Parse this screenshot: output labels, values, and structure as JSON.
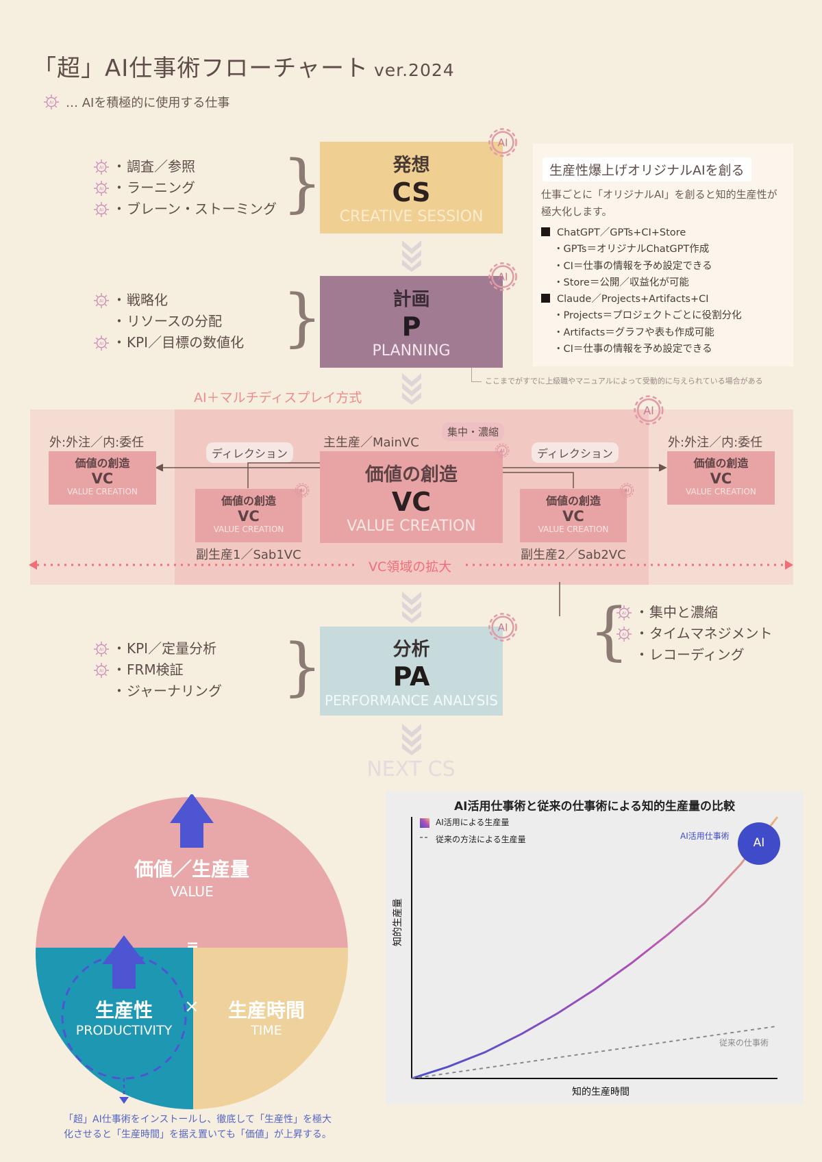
{
  "header": {
    "title": "「超」AI仕事術フローチャート",
    "version": "ver.2024",
    "legend_text": "… AIを積極的に使用する仕事",
    "ai_icon": "ai-gear-icon"
  },
  "cs": {
    "jp": "発想",
    "abbr": "CS",
    "en": "CREATIVE SESSION",
    "color": "#f0cf92",
    "bullets": [
      "調査／参照",
      "ラーニング",
      "ブレーン・ストーミング"
    ]
  },
  "p": {
    "jp": "計画",
    "abbr": "P",
    "en": "PLANNING",
    "color": "#a07b91",
    "bullets": [
      "戦略化",
      "リソースの分配",
      "KPI／目標の数値化"
    ]
  },
  "side_panel": {
    "title": "生産性爆上げオリジナルAIを創る",
    "text": "仕事ごとに「オリジナルAI」を創ると知的生産性が極大化します。",
    "items": [
      {
        "kind": "h",
        "text": "ChatGPT／GPTs+CI+Store"
      },
      {
        "kind": "s",
        "text": "・GPTs＝オリジナルChatGPT作成"
      },
      {
        "kind": "s",
        "text": "・CI＝仕事の情報を予め設定できる"
      },
      {
        "kind": "s",
        "text": "・Store＝公開／収益化が可能"
      },
      {
        "kind": "h",
        "text": "Claude／Projects+Artifacts+CI"
      },
      {
        "kind": "s",
        "text": "・Projects＝プロジェクトごとに役割分化"
      },
      {
        "kind": "s",
        "text": "・Artifacts＝グラフや表も作成可能"
      },
      {
        "kind": "s",
        "text": "・CI＝仕事の情報を予め設定できる"
      }
    ]
  },
  "note": "ここまでがすでに上級職やマニュアルによって受動的に与えられている場合がある",
  "vc_section": {
    "label": "AI＋マルチディスプレイ方式",
    "outer_label": "外:外注／内:委任",
    "main_label": "主生産／MainVC",
    "focus_tag": "集中・濃縮",
    "direction_tag": "ディレクション",
    "jp": "価値の創造",
    "abbr": "VC",
    "en": "VALUE CREATION",
    "sub1_label": "副生産1／Sab1VC",
    "sub2_label": "副生産2／Sab2VC",
    "expand_label": "VC領域の拡大",
    "bullets": [
      "集中と濃縮",
      "タイムマネジメント",
      "レコーディング"
    ]
  },
  "pa": {
    "jp": "分析",
    "abbr": "PA",
    "en": "PERFORMANCE ANALYSIS",
    "color": "#c7dbdd",
    "bullets": [
      "KPI／定量分析",
      "FRM検証",
      "ジャーナリング"
    ]
  },
  "next_label": "NEXT CS",
  "pie": {
    "value_jp": "価値／生産量",
    "value_en": "VALUE",
    "equals": "=",
    "times": "×",
    "productivity_jp": "生産性",
    "productivity_en": "PRODUCTIVITY",
    "time_jp": "生産時間",
    "time_en": "TIME",
    "caption_line1": "「超」AI仕事術をインストールし、徹底して「生産性」を極大",
    "caption_line2": "化させると「生産時間」を据え置いても「価値」が上昇する。",
    "colors": {
      "value": "#e8a7a8",
      "productivity": "#1e97b3",
      "time": "#efd19b",
      "arrow": "#4e55d3"
    }
  },
  "chart": {
    "title": "AI活用仕事術と従来の仕事術による知的生産量の比較",
    "legend_ai": "AI活用による生産量",
    "legend_conv": "従来の方法による生産量",
    "label_ai": "AI活用仕事術",
    "label_conv": "従来の仕事術",
    "badge": "AI",
    "xlabel": "知的生産時間",
    "ylabel": "知的生産量"
  },
  "chart_data": {
    "type": "line",
    "title": "AI活用仕事術と従来の仕事術による知的生産量の比較",
    "xlabel": "知的生産時間",
    "ylabel": "知的生産量",
    "x": [
      0,
      0.1,
      0.2,
      0.3,
      0.4,
      0.5,
      0.6,
      0.7,
      0.8,
      0.9,
      1.0
    ],
    "series": [
      {
        "name": "AI活用による生産量",
        "values": [
          0,
          0.045,
          0.1,
          0.17,
          0.25,
          0.34,
          0.44,
          0.55,
          0.67,
          0.82,
          1.0
        ]
      },
      {
        "name": "従来の方法による生産量",
        "values": [
          0,
          0.02,
          0.04,
          0.06,
          0.08,
          0.1,
          0.12,
          0.14,
          0.16,
          0.18,
          0.2
        ]
      }
    ],
    "xlim": [
      0,
      1
    ],
    "ylim": [
      0,
      1
    ],
    "grid": false,
    "legend": "top-left"
  }
}
